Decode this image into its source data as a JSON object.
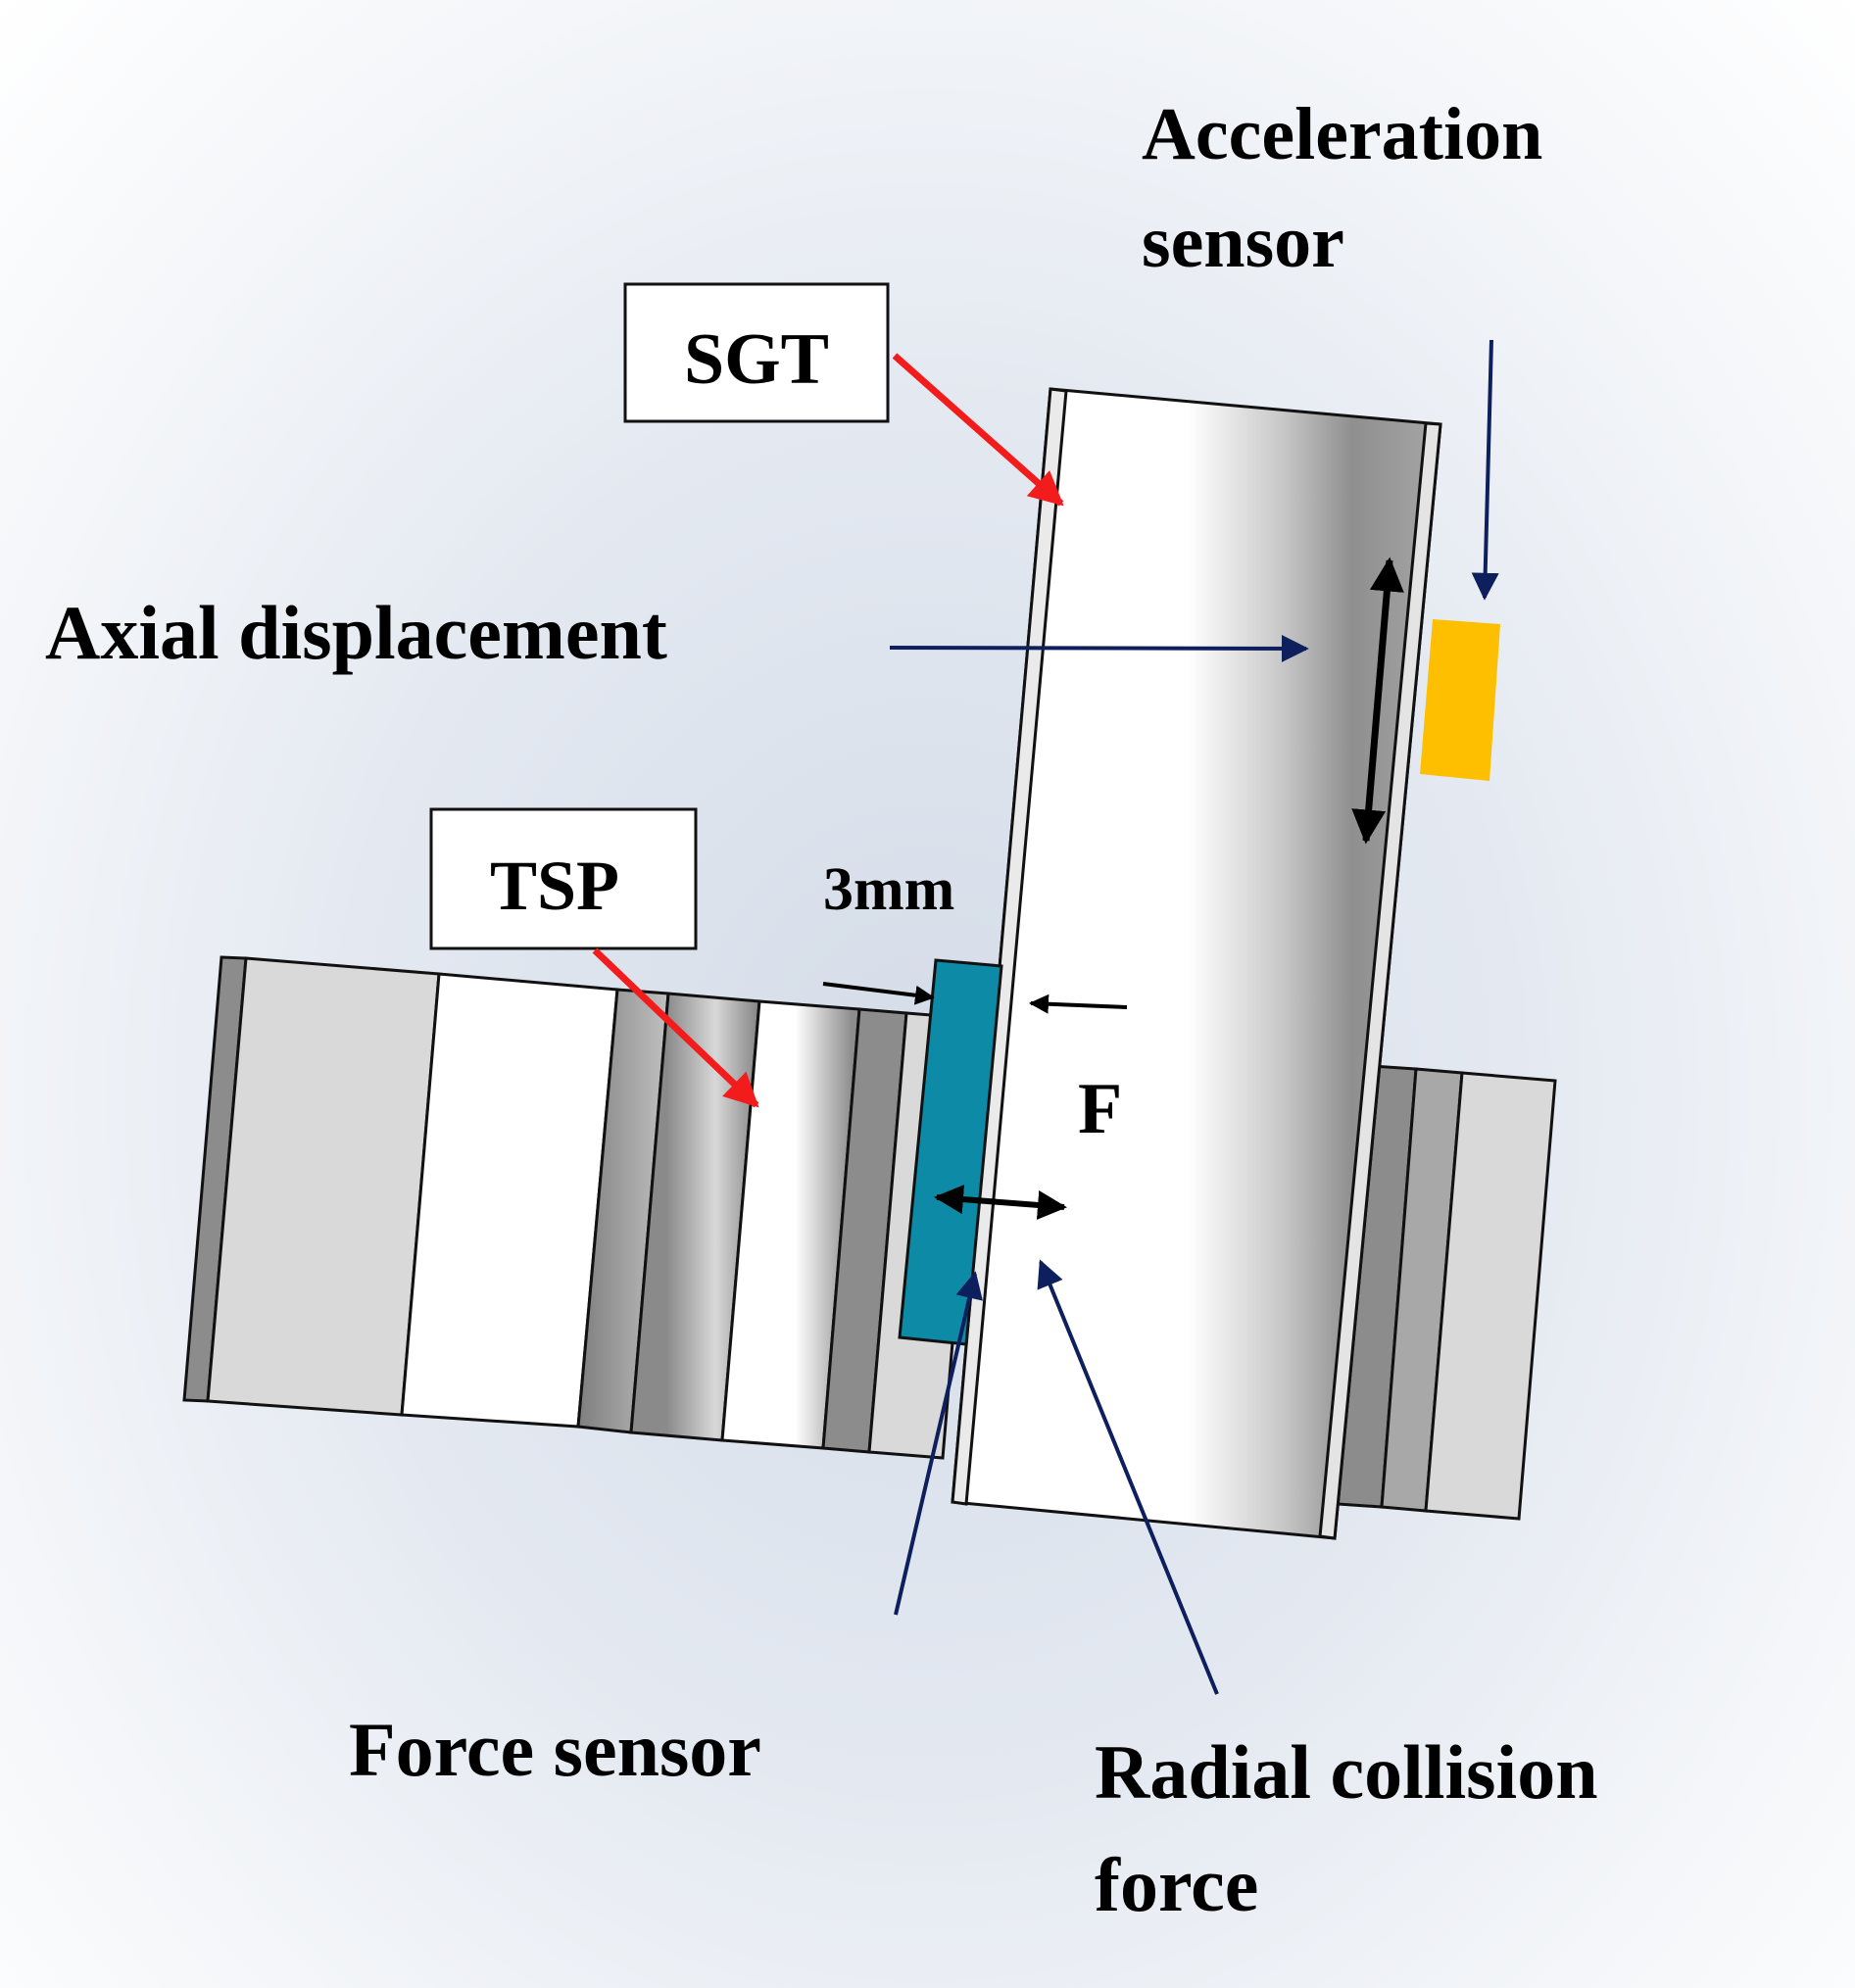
{
  "labels": {
    "sgt": "SGT",
    "tsp": "TSP",
    "acceleration_line1": "Acceleration",
    "acceleration_line2": "sensor",
    "axial_displacement": "Axial displacement",
    "gap": "3mm",
    "force": "F",
    "force_sensor": "Force sensor",
    "radial_line1": "Radial collision",
    "radial_line2": "force"
  },
  "colors": {
    "callout_red": "#f21c1c",
    "callout_navy": "#0d1f5c",
    "force_sensor": "#0d8aa6",
    "acceleration_sensor": "#fdbf00",
    "dimension_black": "#000000"
  }
}
